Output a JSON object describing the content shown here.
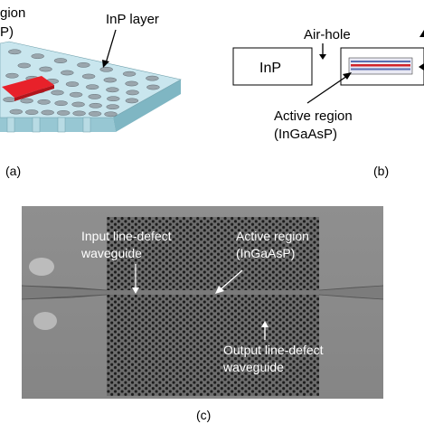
{
  "panel_a": {
    "label_region": "gion",
    "label_region_paren": "P)",
    "label_inp_layer": "InP layer",
    "caption": "(a)",
    "colors": {
      "slab_top": "#c9e6ee",
      "slab_side": "#97c7d3",
      "active": "#e8212a",
      "hole": "#9aa6ad"
    }
  },
  "panel_b": {
    "label_air_hole": "Air-hole",
    "label_inp": "InP",
    "label_active_line1": "Active region",
    "label_active_line2": "(InGaAsP)",
    "caption": "(b)",
    "colors": {
      "band_red": "#d1232a",
      "band_blue": "#5a6fb2"
    }
  },
  "panel_c": {
    "label_input_line1": "Input line-defect",
    "label_input_line2": "waveguide",
    "label_active_line1": "Active region",
    "label_active_line2": "(InGaAsP)",
    "label_output_line1": "Output line-defect",
    "label_output_line2": "waveguide",
    "caption": "(c)"
  }
}
